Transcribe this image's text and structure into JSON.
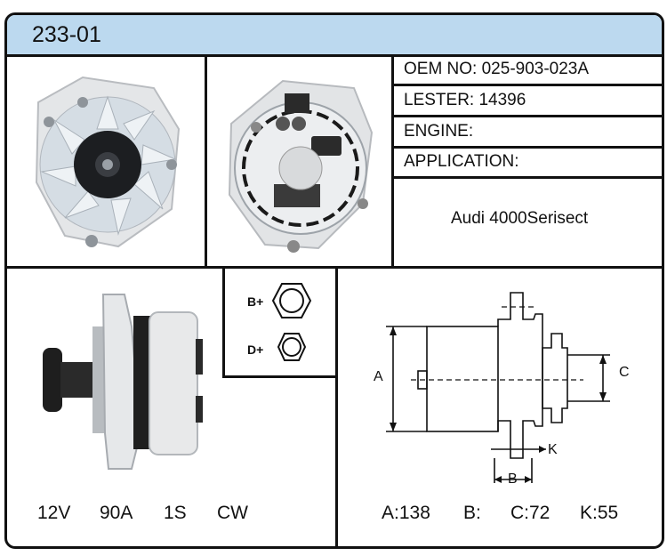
{
  "header": {
    "part_number": "233-01"
  },
  "info": {
    "oem": "OEM NO: 025-903-023A",
    "lester": "LESTER: 14396",
    "engine": "ENGINE:",
    "application": "APPLICATION:",
    "application_value": "Audi 4000Serisect"
  },
  "terminals": {
    "b_label": "B+",
    "d_label": "D+"
  },
  "specs": {
    "voltage": "12V",
    "amperage": "90A",
    "pulley": "1S",
    "rotation": "CW"
  },
  "drawing": {
    "label_a": "A",
    "label_b": "B",
    "label_c": "C",
    "label_k": "K"
  },
  "dimensions": {
    "a": "A:138",
    "b": "B:",
    "c": "C:72",
    "k": "K:55"
  }
}
